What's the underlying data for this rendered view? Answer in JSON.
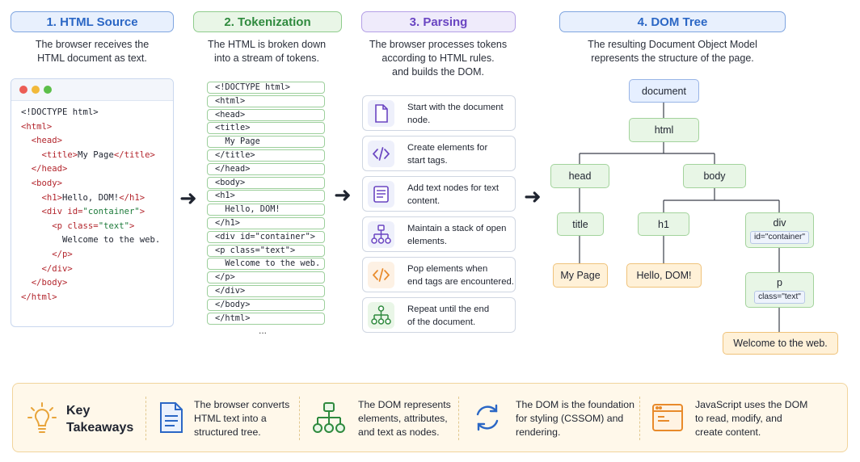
{
  "sections": [
    {
      "title": "1. HTML Source",
      "desc_lines": [
        "The browser receives the",
        "HTML document as text."
      ]
    },
    {
      "title": "2. Tokenization",
      "desc_lines": [
        "The HTML is broken down",
        "into a stream of tokens."
      ]
    },
    {
      "title": "3. Parsing",
      "desc_lines": [
        "The browser processes tokens",
        "according to HTML rules.",
        "and builds the DOM."
      ]
    },
    {
      "title": "4. DOM Tree",
      "desc_lines": [
        "The resulting Document Object Model",
        "represents the structure of the page."
      ]
    }
  ],
  "colors": {
    "source": "#2b67c5",
    "source_bg": "#e8f0fd",
    "token": "#2f8a3e",
    "token_bg": "#e9f6e7",
    "parse": "#6a45c2",
    "parse_bg": "#efebfb",
    "dom": "#2b67c5",
    "dom_bg": "#e8f0fd"
  },
  "source_code": [
    [
      {
        "t": "<!DOCTYPE html>",
        "c": "txt"
      }
    ],
    [
      {
        "t": "<html>",
        "c": "tag"
      }
    ],
    [
      {
        "t": "  <head>",
        "c": "tag"
      }
    ],
    [
      {
        "t": "    <title>",
        "c": "tag"
      },
      {
        "t": "My Page",
        "c": "txt"
      },
      {
        "t": "</title>",
        "c": "tag"
      }
    ],
    [
      {
        "t": "  </head>",
        "c": "tag"
      }
    ],
    [
      {
        "t": "  <body>",
        "c": "tag"
      }
    ],
    [
      {
        "t": "    <h1>",
        "c": "tag"
      },
      {
        "t": "Hello, DOM!",
        "c": "txt"
      },
      {
        "t": "</h1>",
        "c": "tag"
      }
    ],
    [
      {
        "t": "    <div ",
        "c": "tag"
      },
      {
        "t": "id=",
        "c": "attr"
      },
      {
        "t": "\"container\"",
        "c": "str"
      },
      {
        "t": ">",
        "c": "tag"
      }
    ],
    [
      {
        "t": "      <p ",
        "c": "tag"
      },
      {
        "t": "class=",
        "c": "attr"
      },
      {
        "t": "\"text\"",
        "c": "str"
      },
      {
        "t": ">",
        "c": "tag"
      }
    ],
    [
      {
        "t": "        Welcome to the web.",
        "c": "txt"
      }
    ],
    [
      {
        "t": "      </p>",
        "c": "tag"
      }
    ],
    [
      {
        "t": "    </div>",
        "c": "tag"
      }
    ],
    [
      {
        "t": "  </body>",
        "c": "tag"
      }
    ],
    [
      {
        "t": "</html>",
        "c": "tag"
      }
    ]
  ],
  "tokens": [
    "<!DOCTYPE html>",
    "<html>",
    "<head>",
    "<title>",
    "  My Page",
    "</title>",
    "</head>",
    "<body>",
    "<h1>",
    "  Hello, DOM!",
    "</h1>",
    "<div id=\"container\">",
    "<p class=\"text\">",
    "  Welcome to the web.",
    "</p>",
    "</div>",
    "</body>",
    "</html>"
  ],
  "tokens_more": "...",
  "parse_steps": [
    {
      "icon": "document-icon",
      "lines": [
        "Start with the document",
        "node."
      ]
    },
    {
      "icon": "code-icon",
      "lines": [
        "Create elements for",
        "start tags."
      ]
    },
    {
      "icon": "text-lines-icon",
      "lines": [
        "Add text nodes for text",
        "content."
      ]
    },
    {
      "icon": "stack-tree-icon",
      "lines": [
        "Maintain a stack of open",
        "elements."
      ]
    },
    {
      "icon": "code-orange-icon",
      "lines": [
        "Pop elements when",
        "end tags are encountered."
      ]
    },
    {
      "icon": "tree-green-icon",
      "lines": [
        "Repeat until the end",
        "of the document."
      ]
    }
  ],
  "dom": {
    "document": "document",
    "html": "html",
    "head": "head",
    "body": "body",
    "title": "title",
    "h1": "h1",
    "div": "div",
    "div_attr": "id=\"container\"",
    "p": "p",
    "p_attr": "class=\"text\"",
    "text_title": "My Page",
    "text_h1": "Hello, DOM!",
    "text_p": "Welcome to the web."
  },
  "takeaways": {
    "title_lines": [
      "Key",
      "Takeaways"
    ],
    "items": [
      {
        "icon": "document-icon",
        "lines": [
          "The browser converts",
          "HTML text into a",
          "structured tree."
        ]
      },
      {
        "icon": "tree-icon",
        "lines": [
          "The DOM represents",
          "elements, attributes,",
          "and text as nodes."
        ]
      },
      {
        "icon": "refresh-icon",
        "lines": [
          "The DOM is the foundation",
          "for styling (CSSOM) and",
          "rendering."
        ]
      },
      {
        "icon": "browser-window-icon",
        "lines": [
          "JavaScript uses the DOM",
          "to read, modify, and",
          "create content."
        ]
      }
    ]
  }
}
